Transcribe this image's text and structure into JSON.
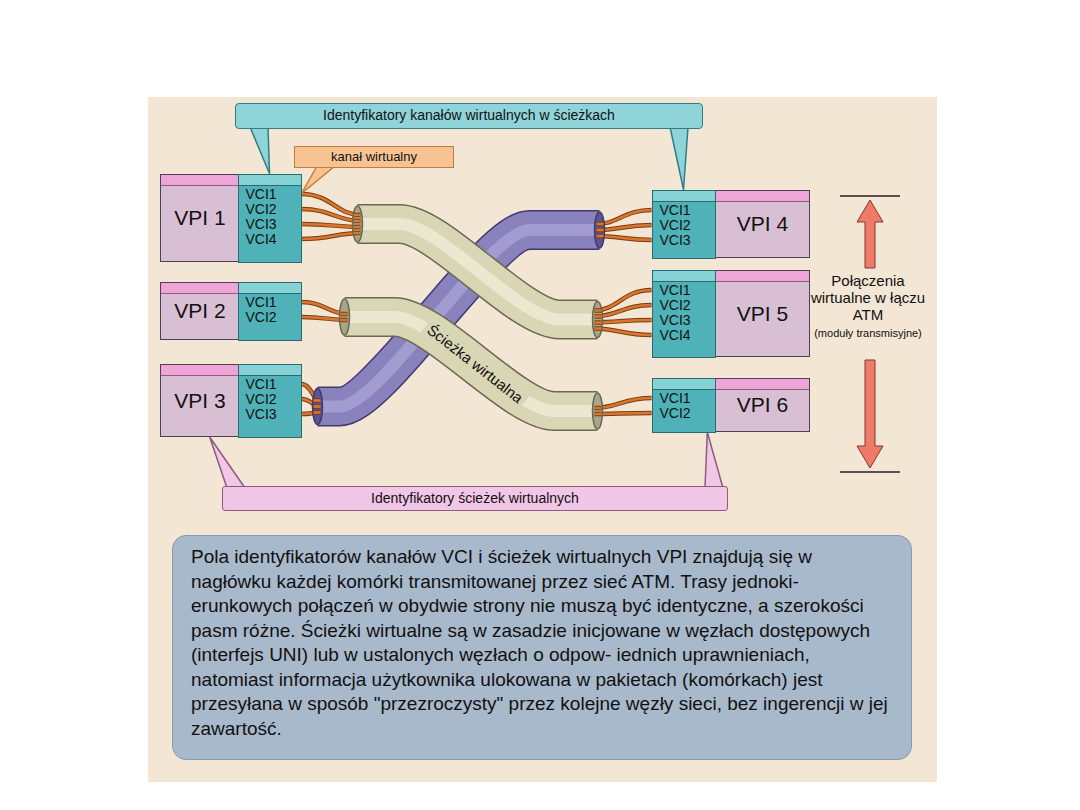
{
  "diagram": {
    "nodes": [
      {
        "text": [
          "Identyfikatory kanałów wirtualnych w ścieżkach"
        ]
      },
      {
        "text": [
          "kanał wirtualny"
        ]
      },
      {
        "text": [
          "VPI 1"
        ]
      },
      {
        "text": [
          "VCI1",
          "VCI2",
          "VCI3",
          "VCI4"
        ],
        "in": 2
      },
      {
        "text": [
          "VPI 4"
        ]
      },
      {
        "text": [
          "VCI1",
          "VCI2",
          "VCI3"
        ],
        "in": 4
      },
      {
        "text": [
          "VPI 2"
        ]
      },
      {
        "text": [
          "VCI1",
          "VCI2"
        ],
        "in": 6
      },
      {
        "text": [
          "VPI 5"
        ]
      },
      {
        "text": [
          "VCI1",
          "VCI2",
          "VCI3",
          "VCI4"
        ],
        "in": 8
      },
      {
        "text": [
          "VPI 3"
        ]
      },
      {
        "text": [
          "VCI1",
          "VCI2",
          "VCI3"
        ],
        "in": 10
      },
      {
        "text": [
          "VPI 6"
        ]
      },
      {
        "text": [
          "VCI1",
          "VCI2"
        ],
        "in": 12
      },
      {
        "text": [
          "Identyfikatory ścieżek wirtualnych"
        ]
      },
      {
        "text": [
          "Pola identyfikatorów kanałów VCI i ścieżek wirtualnych VPI znajdują się w nagłówku każdej komórki transmitowanej przez sieć ATM. Trasy jednoki- erunkowych połączeń w obydwie strony nie muszą być identyczne, a szerokości pasm różne. Ścieżki wirtualne są w zasadzie inicjowane w węzłach dostępowych (interfejs UNI) lub w ustalonych węzłach o odpow- iednich uprawnieniach, natomiast informacja użytkownika ulokowana w pakietach (komórkach) jest przesyłana w sposób \"przezroczysty\" przez kolejne węzły sieci, bez ingerencji w jej zawartość."
        ]
      }
    ],
    "edges": [
      {
        "from": 3,
        "to": 9,
        "arrow": "none"
      },
      {
        "from": 7,
        "to": 13,
        "label": "Ścieżka wirtualna",
        "arrow": "none"
      },
      {
        "from": 11,
        "to": 5,
        "arrow": "none"
      },
      {
        "from": 0,
        "to": 3,
        "arrow": "none"
      },
      {
        "from": 0,
        "to": 5,
        "arrow": "none"
      },
      {
        "from": 1,
        "to": 3,
        "arrow": "none"
      },
      {
        "from": 14,
        "to": 10,
        "arrow": "none"
      },
      {
        "from": 14,
        "to": 12,
        "arrow": "none"
      }
    ],
    "labels": [
      "Połączenia wirtualne w łączu ATM",
      "(moduły transmisyjne)"
    ]
  }
}
